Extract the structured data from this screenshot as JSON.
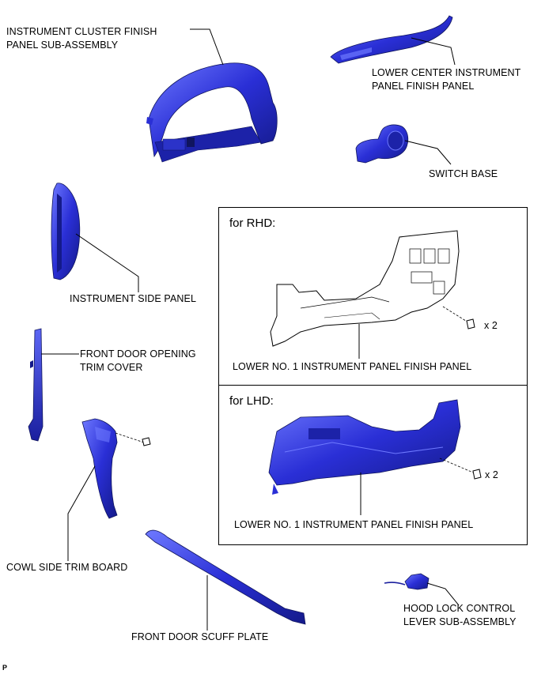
{
  "labels": {
    "instrument_cluster": [
      "INSTRUMENT CLUSTER FINISH",
      "PANEL SUB-ASSEMBLY"
    ],
    "lower_center": [
      "LOWER CENTER INSTRUMENT",
      "PANEL FINISH PANEL"
    ],
    "switch_base": "SWITCH BASE",
    "instrument_side": "INSTRUMENT SIDE PANEL",
    "front_door_opening": [
      "FRONT DOOR OPENING",
      "TRIM COVER"
    ],
    "cowl_side": "COWL SIDE TRIM BOARD",
    "front_door_scuff": "FRONT DOOR SCUFF PLATE",
    "hood_lock": [
      "HOOD LOCK CONTROL",
      "LEVER SUB-ASSEMBLY"
    ]
  },
  "rhd_box": {
    "title": "for RHD:",
    "part_label": "LOWER NO. 1 INSTRUMENT PANEL FINISH PANEL",
    "qty": "x 2"
  },
  "lhd_box": {
    "title": "for LHD:",
    "part_label": "LOWER NO. 1 INSTRUMENT PANEL FINISH PANEL",
    "qty": "x 2"
  },
  "footer_code": "P",
  "colors": {
    "part_fill": "#2a2fd6",
    "part_dark": "#141a8a",
    "part_light": "#6e79ff",
    "line": "#000000",
    "rhd_part": "#ffffff"
  }
}
